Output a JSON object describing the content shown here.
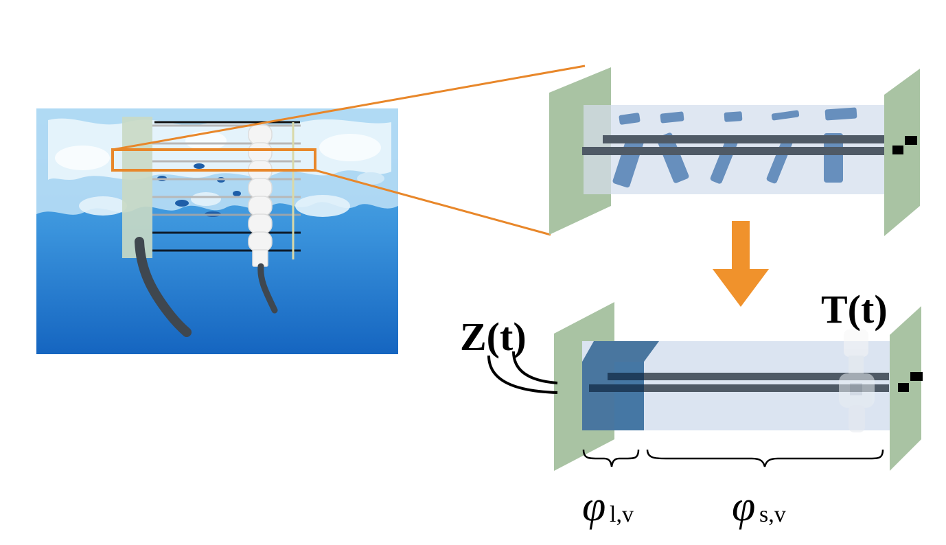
{
  "labels": {
    "z_of_t": "Z(t)",
    "t_of_t": "T(t)",
    "phi_liquid_symbol": "φ",
    "phi_liquid_subscript": "l,v",
    "phi_solid_symbol": "φ",
    "phi_solid_subscript": "s,v"
  },
  "colors": {
    "water_top": "#5fb6e8",
    "water_bottom": "#1565c0",
    "foam": "#d8eef9",
    "frame_green": "#a9c3a3",
    "channel_fill": "#dbe4f1",
    "rod": "#4f5a66",
    "particles": "#5b86b8",
    "liquid_region": "#2f6391",
    "zoom_highlight": "#e8872a",
    "arrow": "#f0922c"
  }
}
